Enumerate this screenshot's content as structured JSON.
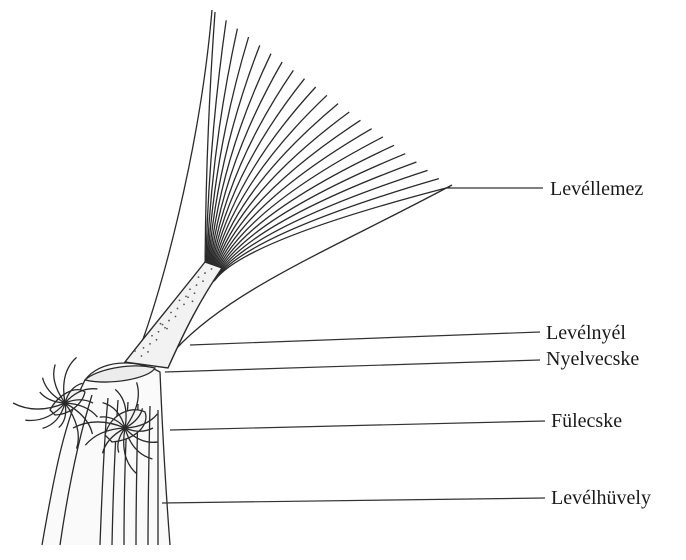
{
  "labels": {
    "blade": "Levéllemez",
    "petiole": "Levélnyél",
    "ligule": "Nyelvecske",
    "auricle": "Fülecske",
    "sheath": "Levélhüvely"
  },
  "colors": {
    "ink": "#2a2a2a",
    "leader": "#333333",
    "background": "#ffffff"
  }
}
